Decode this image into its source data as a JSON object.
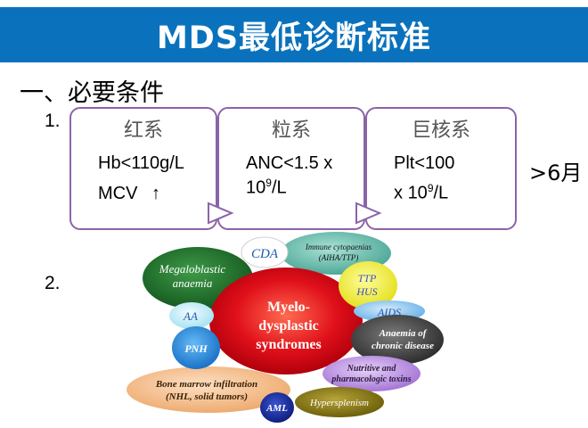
{
  "title": "MDS最低诊断标准",
  "section_heading": "一、必要条件",
  "item1_number": "1.",
  "item2_number": "2.",
  "boxes": [
    {
      "heading": "红系",
      "line1": "Hb<110g/L",
      "line2_prefix": "MCV",
      "line2_arrow": "↑"
    },
    {
      "heading": "粒系",
      "line1": "ANC<1.5 x",
      "line2_base": "10",
      "line2_sup": "9",
      "line2_unit": "/L"
    },
    {
      "heading": "巨核系",
      "line1": "Plt<100",
      "line2_prefix": "x ",
      "line2_base": "10",
      "line2_sup": "9",
      "line2_unit": "/L"
    }
  ],
  "duration": ">6月",
  "diagram": {
    "center_line1": "Myelo-",
    "center_line2": "dysplastic",
    "center_line3": "syndromes",
    "cda": "CDA",
    "immune_line1": "Immune cytopaenias",
    "immune_line2": "(AIHA/TTP)",
    "megaloblastic_line1": "Megaloblastic",
    "megaloblastic_line2": "anaemia",
    "ttp_line1": "TTP",
    "ttp_line2": "HUS",
    "aa": "AA",
    "aids": "AIDS",
    "pnh": "PNH",
    "chronic_line1": "Anaemia of",
    "chronic_line2": "chronic disease",
    "nutritive_line1": "Nutritive and",
    "nutritive_line2": "pharmacologic toxins",
    "marrow_line1": "Bone marrow infiltration",
    "marrow_line2": "(NHL, solid tumors)",
    "aml": "AML",
    "hypersplenism": "Hypersplenism"
  },
  "colors": {
    "title_bar": "#0a72bd",
    "box_border": "#8b64a8",
    "center": "#e0101a",
    "megaloblastic": "#1f6b2a",
    "immune": "#6fbfb0",
    "ttp": "#f2f04a",
    "aids": "#8fc8f0",
    "pnh": "#2f8fe0",
    "chronic": "#4a4a4a",
    "nutritive": "#c8a0e8",
    "marrow": "#f7c79a",
    "aml": "#1a2e9c",
    "hypersplenism": "#8a7a10"
  }
}
